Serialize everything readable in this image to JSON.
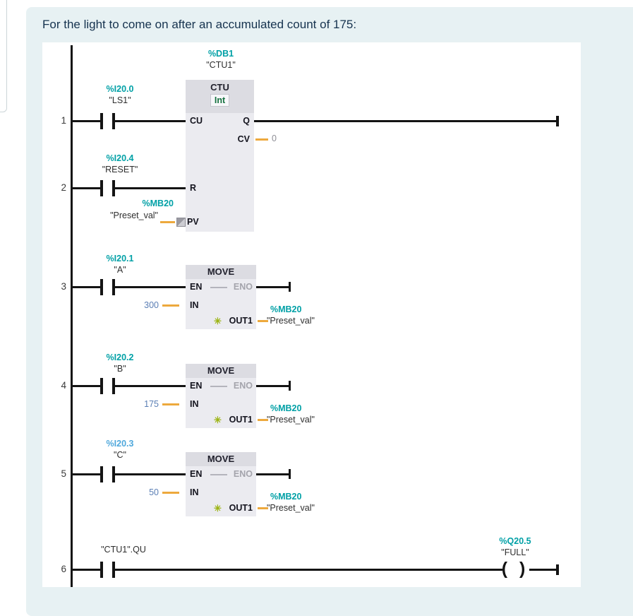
{
  "title": "For the light to come on after an accumulated count of 175:",
  "colors": {
    "card_bg": "#e7f1f3",
    "canvas_bg": "#ffffff",
    "tag_address_teal": "#00a0a6",
    "tag_address_blue": "#4fa8dc",
    "constant_blue": "#5b7fb5",
    "wire_black": "#141414",
    "param_wire_orange": "#eda93d",
    "block_body": "#ebebf0",
    "block_header": "#dcdce2",
    "eno_gray": "#a4a4ac",
    "title_navy": "#16334f",
    "datatype_green": "#15713f",
    "out_star_green": "#9cb414",
    "monitor_gray": "#8e8e96"
  },
  "icons": {
    "out_new_value": "✳"
  },
  "ladder": {
    "counter": {
      "db_address": "%DB1",
      "db_name": "\"CTU1\"",
      "block_type": "CTU",
      "data_type": "Int",
      "pin_cu": "CU",
      "pin_q": "Q",
      "pin_cv": "CV",
      "pin_r": "R",
      "pin_pv": "PV",
      "cv_value": "0",
      "pv_source_address": "%MB20",
      "pv_source_name": "\"Preset_val\""
    },
    "rungs": [
      {
        "number": "1",
        "contact_address": "%I20.0",
        "contact_name": "\"LS1\""
      },
      {
        "number": "2",
        "contact_address": "%I20.4",
        "contact_name": "\"RESET\""
      },
      {
        "number": "3",
        "contact_address": "%I20.1",
        "contact_name": "\"A\""
      },
      {
        "number": "4",
        "contact_address": "%I20.2",
        "contact_name": "\"B\""
      },
      {
        "number": "5",
        "contact_address": "%I20.3",
        "contact_name": "\"C\""
      },
      {
        "number": "6",
        "contact_name": "\"CTU1\".QU"
      }
    ],
    "move_blocks": [
      {
        "title": "MOVE",
        "pin_en": "EN",
        "pin_eno": "ENO",
        "pin_in": "IN",
        "pin_out": "OUT1",
        "in_value": "300",
        "dest_address": "%MB20",
        "dest_name": "\"Preset_val\""
      },
      {
        "title": "MOVE",
        "pin_en": "EN",
        "pin_eno": "ENO",
        "pin_in": "IN",
        "pin_out": "OUT1",
        "in_value": "175",
        "dest_address": "%MB20",
        "dest_name": "\"Preset_val\""
      },
      {
        "title": "MOVE",
        "pin_en": "EN",
        "pin_eno": "ENO",
        "pin_in": "IN",
        "pin_out": "OUT1",
        "in_value": "50",
        "dest_address": "%MB20",
        "dest_name": "\"Preset_val\""
      }
    ],
    "coil": {
      "address": "%Q20.5",
      "name": "\"FULL\""
    }
  }
}
